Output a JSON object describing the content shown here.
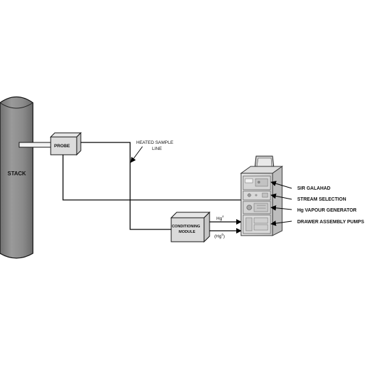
{
  "labels": {
    "stack": "STACK",
    "probe": "PROBE",
    "heated_line": [
      "HEATED SAMPLE",
      "LINE"
    ],
    "conditioning": [
      "CONDITIONING",
      "MODULE"
    ],
    "hg_total": "Hg",
    "hg_total_sup": "T",
    "hg_elemental": "(Hg",
    "hg_elemental_sup": "0",
    "hg_elemental_close": ")",
    "sir_galahad": "SIR GALAHAD",
    "stream_selection": "STREAM SELECTION",
    "hg_vapour_generator": "Hg VAPOUR GENERATOR",
    "drawer_assembly_pumps": "DRAWER ASSEMBLY PUMPS"
  }
}
